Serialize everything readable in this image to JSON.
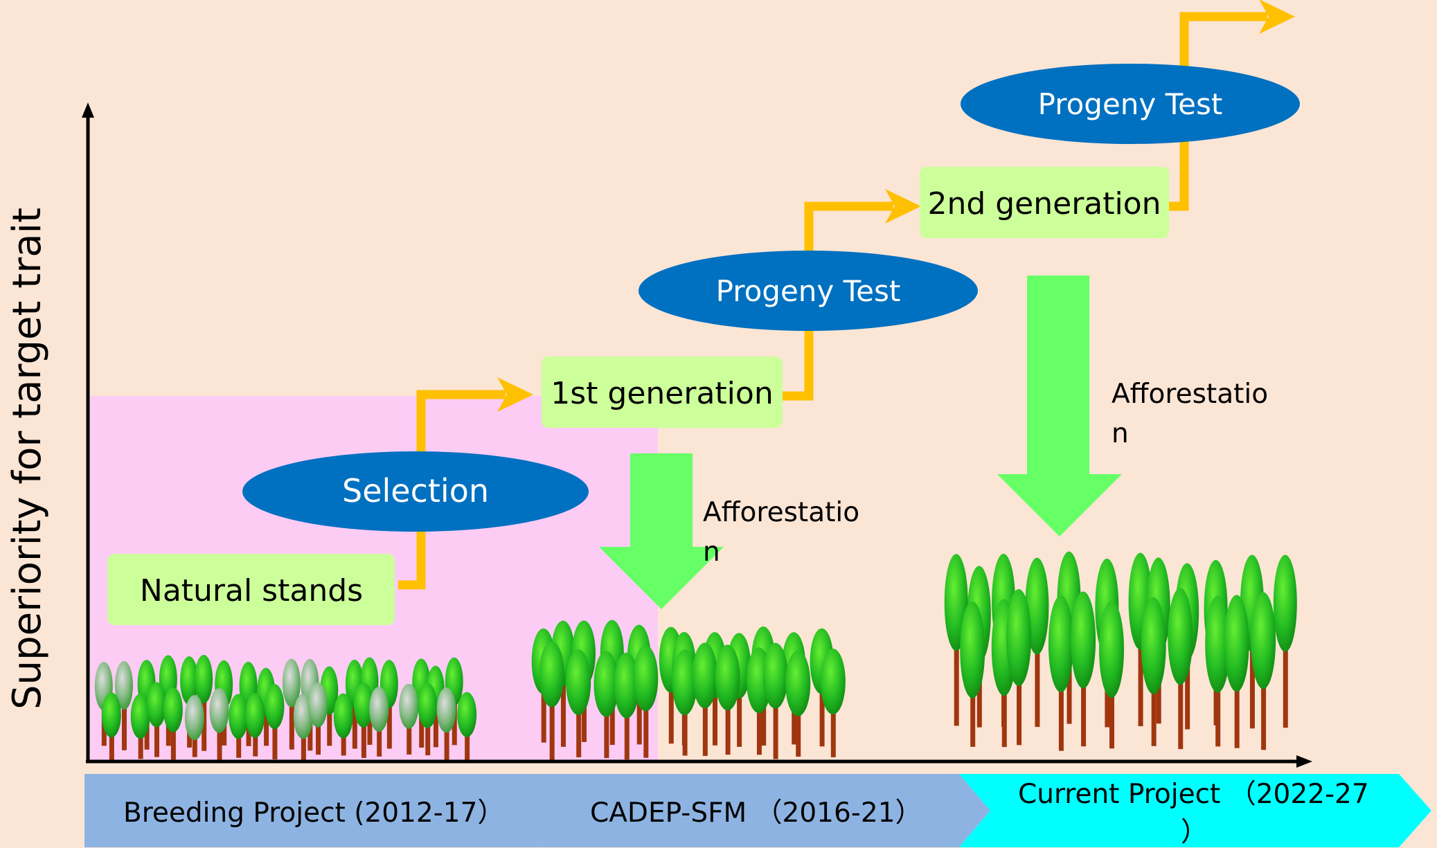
{
  "y_axis_label": "Superiority for target trait",
  "boxes": {
    "natural_stands": "Natural stands",
    "first_generation": "1st generation",
    "second_generation": "2nd generation"
  },
  "ellipses": {
    "selection": "Selection",
    "progeny_test_1": "Progeny Test",
    "progeny_test_2": "Progeny Test"
  },
  "afforestation": {
    "first_line1": "Afforestatio",
    "first_line2": "n",
    "second_line1": "Afforestatio",
    "second_line2": "n"
  },
  "phases": {
    "breeding": "Breeding Project (2012-17）",
    "cadep": "CADEP-SFM （2016-21）",
    "current_line1": "Current Project （2022-27",
    "current_line2": "）"
  },
  "colors": {
    "background": "#fbe5d5",
    "highlight_region": "#fcccf5",
    "flow_arrow": "#ffc000",
    "box_fill": "#ccff99",
    "ellipse_fill": "#0070c0",
    "afforestation_arrow": "#66ff66",
    "phase_blue": "#8db3e2",
    "phase_cyan": "#00ffff",
    "tree_trunk": "#a0360f",
    "tree_crown": "#22bb22"
  }
}
